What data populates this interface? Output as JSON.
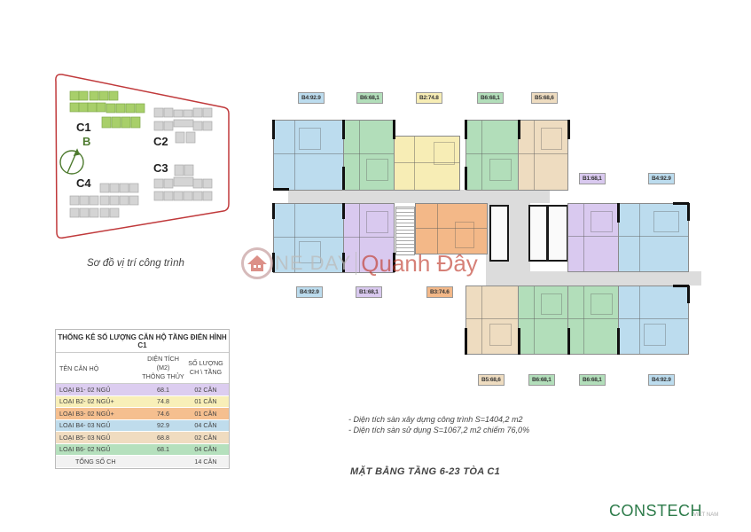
{
  "site_map": {
    "buildings": [
      {
        "id": "C1",
        "label": "C1",
        "highlighted": true
      },
      {
        "id": "C2",
        "label": "C2",
        "highlighted": false
      },
      {
        "id": "C3",
        "label": "C3",
        "highlighted": false
      },
      {
        "id": "C4",
        "label": "C4",
        "highlighted": false
      }
    ],
    "compass_label": "B",
    "caption": "Sơ đồ vị trí công trình",
    "colors": {
      "highlight": "#a8cf6a",
      "building": "#d4d4d4",
      "boundary": "#c0393b",
      "compass": "#4d7a2e"
    }
  },
  "stats_table": {
    "title": "THỐNG KÊ SỐ LƯỢNG CĂN HỘ TẦNG ĐIỂN HÌNH C1",
    "headers": {
      "name": "TÊN CĂN HỘ",
      "area_line1": "DIỆN TÍCH (M2)",
      "area_line2": "THÔNG THỦY",
      "count_line1": "SỐ LƯỢNG",
      "count_line2": "CH \\ TẦNG"
    },
    "rows": [
      {
        "name": "LOẠI B1- 02 NGỦ",
        "area": "68.1",
        "count": "02 CĂN",
        "color": "#dccdf0"
      },
      {
        "name": "LOẠI B2- 02 NGỦ+",
        "area": "74.8",
        "count": "01 CĂN",
        "color": "#f8efb8"
      },
      {
        "name": "LOẠI B3- 02 NGỦ+",
        "area": "74.6",
        "count": "01 CĂN",
        "color": "#f5bf8f"
      },
      {
        "name": "LOẠI B4- 03 NGỦ",
        "area": "92.9",
        "count": "04 CĂN",
        "color": "#bfdcec"
      },
      {
        "name": "LOẠI B5- 03 NGỦ",
        "area": "68.8",
        "count": "02 CĂN",
        "color": "#f0dcc0"
      },
      {
        "name": "LOẠI B6- 02 NGỦ",
        "area": "68.1",
        "count": "04 CĂN",
        "color": "#b5e0bd"
      }
    ],
    "total": {
      "label": "TỔNG SỐ CH",
      "count": "14 CĂN"
    }
  },
  "floor_plan": {
    "unit_tags": {
      "top_1": "B4:92.9",
      "top_2": "B6:68,1",
      "top_3": "B2:74.8",
      "top_4": "B6:68,1",
      "top_5": "B5:68,6",
      "right_1": "B1:68,1",
      "right_2": "B4:92.9",
      "mid_1": "B4:92.9",
      "mid_2": "B1:68,1",
      "mid_3": "B3:74.6",
      "bottom_1": "B5:68,6",
      "bottom_2": "B6:68,1",
      "bottom_3": "B6:68,1",
      "bottom_4": "B4:92.9"
    },
    "unit_colors": {
      "B1": "#d9c9ef",
      "B2": "#f7edb5",
      "B3": "#f3b888",
      "B4": "#bcdcee",
      "B5": "#eedcc0",
      "B6": "#b2deba"
    },
    "notes": [
      "- Diện tích sàn xây dựng công trình S=1404,2 m2",
      "- Diện tích sàn sử dụng S=1067,2 m2 chiếm 76,0%"
    ],
    "title": "MẶT BẰNG TẦNG 6-23 TÒA C1"
  },
  "watermark": {
    "one_day": "NE DAY",
    "brand": "Quanh Đây"
  },
  "branding": {
    "name": "CONSTECH",
    "sub": "VIET NAM",
    "color": "#2d7b4a"
  }
}
